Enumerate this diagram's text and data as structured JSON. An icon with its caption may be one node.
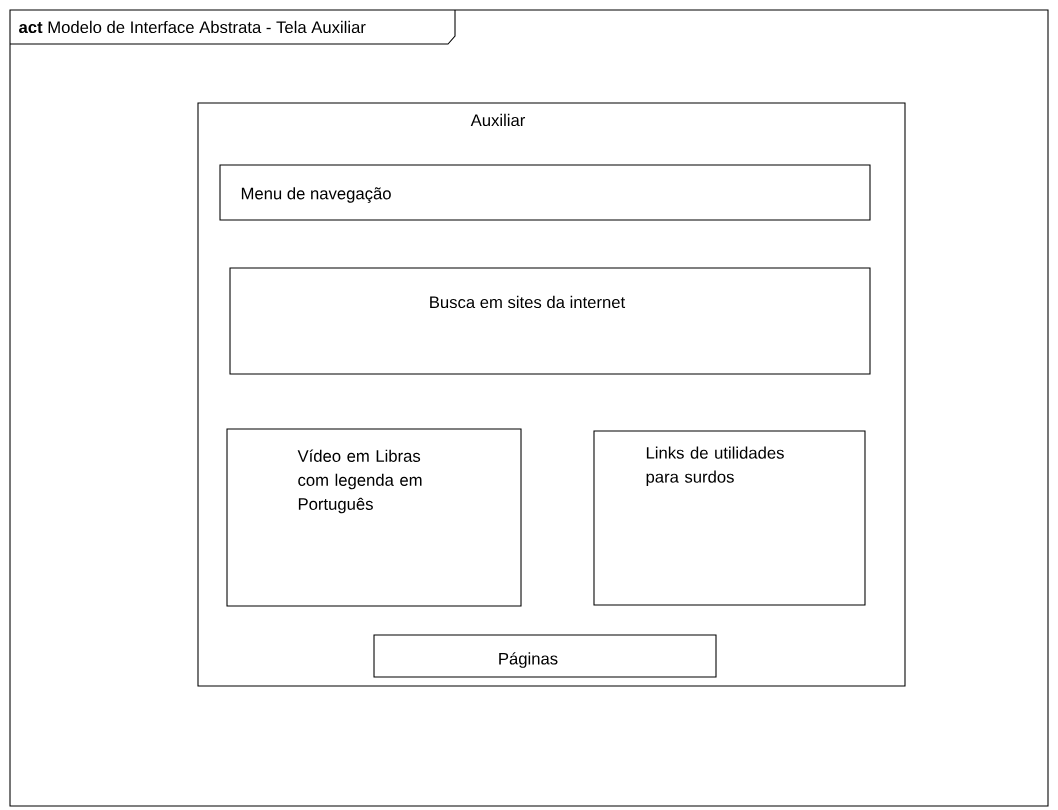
{
  "diagram": {
    "nodes": [
      {
        "text": [
          "**act** Modelo de Interface Abstrata - Tela Auxiliar"
        ]
      },
      {
        "text": [
          "Auxiliar"
        ],
        "in": 0
      },
      {
        "text": [
          "Menu de navegação"
        ],
        "in": 1
      },
      {
        "text": [
          "Busca em sites da internet"
        ],
        "in": 1
      },
      {
        "text": [
          "Vídeo em Libras com legenda em Português"
        ],
        "in": 1
      },
      {
        "text": [
          "Links de utilidades para surdos"
        ],
        "in": 1
      },
      {
        "text": [
          "Páginas"
        ],
        "in": 1
      }
    ]
  }
}
